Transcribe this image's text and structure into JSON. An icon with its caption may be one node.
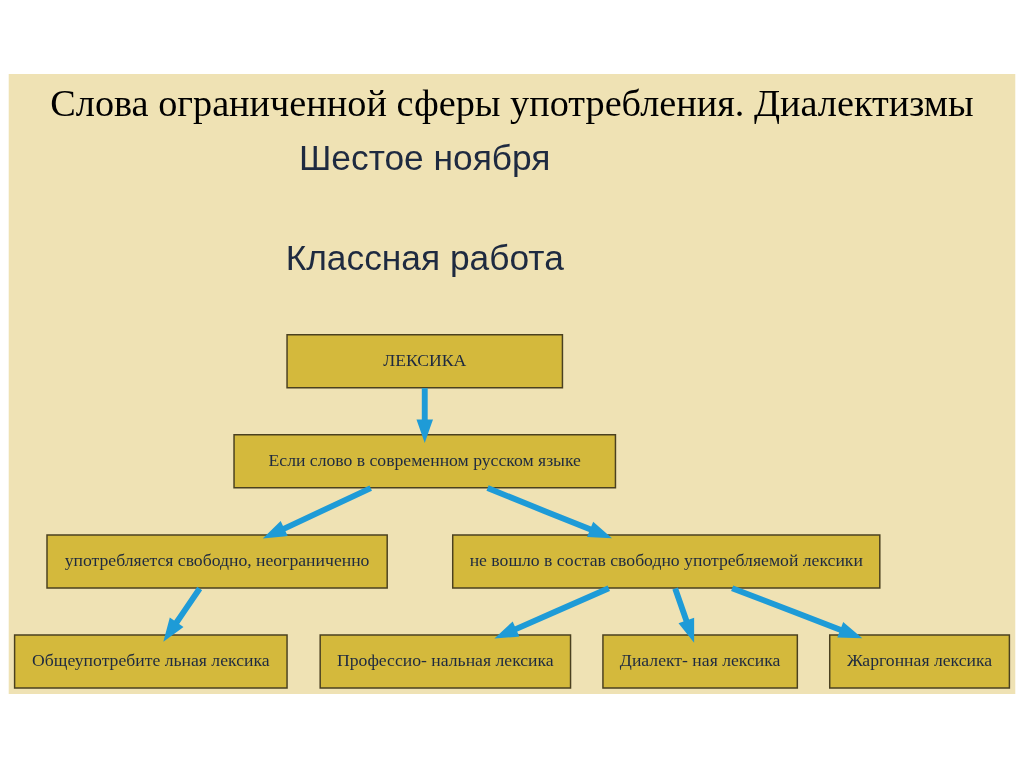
{
  "diagram": {
    "title": "Слова ограниченной сферы употребления. Диалектизмы",
    "labels": [
      "Шестое ноября",
      "Классная работа"
    ],
    "nodes": [
      {
        "text": [
          "ЛЕКСИКА"
        ]
      },
      {
        "text": [
          "Если слово в современном русском языке"
        ]
      },
      {
        "text": [
          "употребляется свободно, неограниченно"
        ]
      },
      {
        "text": [
          "не вошло в состав свободно употребляемой лексики"
        ]
      },
      {
        "text": [
          "Общеупотребите льная лексика"
        ]
      },
      {
        "text": [
          "Профессио- нальная лексика"
        ]
      },
      {
        "text": [
          "Диалект- ная лексика"
        ]
      },
      {
        "text": [
          "Жаргонная лексика"
        ]
      }
    ],
    "edges": [
      {
        "from": 0,
        "to": 1,
        "arrow": "to"
      },
      {
        "from": 1,
        "to": 2,
        "arrow": "to"
      },
      {
        "from": 1,
        "to": 3,
        "arrow": "to"
      },
      {
        "from": 2,
        "to": 4,
        "arrow": "to"
      },
      {
        "from": 3,
        "to": 5,
        "arrow": "to"
      },
      {
        "from": 3,
        "to": 6,
        "arrow": "to"
      },
      {
        "from": 3,
        "to": 7,
        "arrow": "to"
      }
    ]
  }
}
